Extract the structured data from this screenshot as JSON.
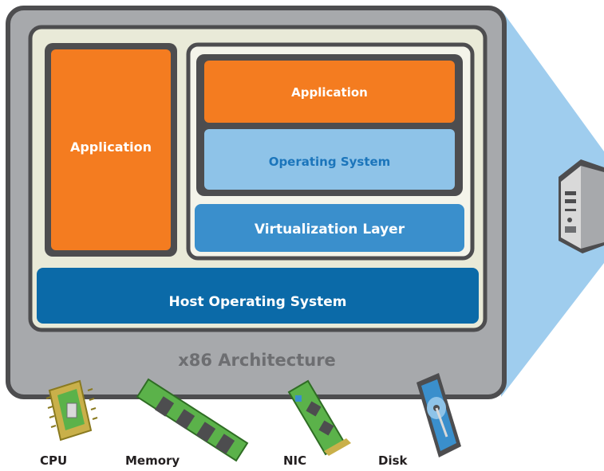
{
  "diagram": {
    "left_application_label": "Application",
    "guest_application_label": "Application",
    "guest_os_label": "Operating System",
    "virtualization_layer_label": "Virtualization Layer",
    "host_os_label": "Host Operating System",
    "architecture_label": "x86 Architecture",
    "hardware": [
      {
        "label": "CPU"
      },
      {
        "label": "Memory"
      },
      {
        "label": "NIC"
      },
      {
        "label": "Disk"
      }
    ]
  },
  "colors": {
    "orange": "#f47c20",
    "dark_gray": "#4d4d4f",
    "light_gray": "#a7a9ac",
    "cream": "#e9ead8",
    "light_blue": "#8ec3e8",
    "mid_blue": "#3a8fcc",
    "dark_blue": "#0b6aa8",
    "projection_blue": "#9fcdee",
    "text_blue": "#1b75bb",
    "pcb_green": "#5bb24a",
    "chip_gold": "#c9b04a"
  }
}
